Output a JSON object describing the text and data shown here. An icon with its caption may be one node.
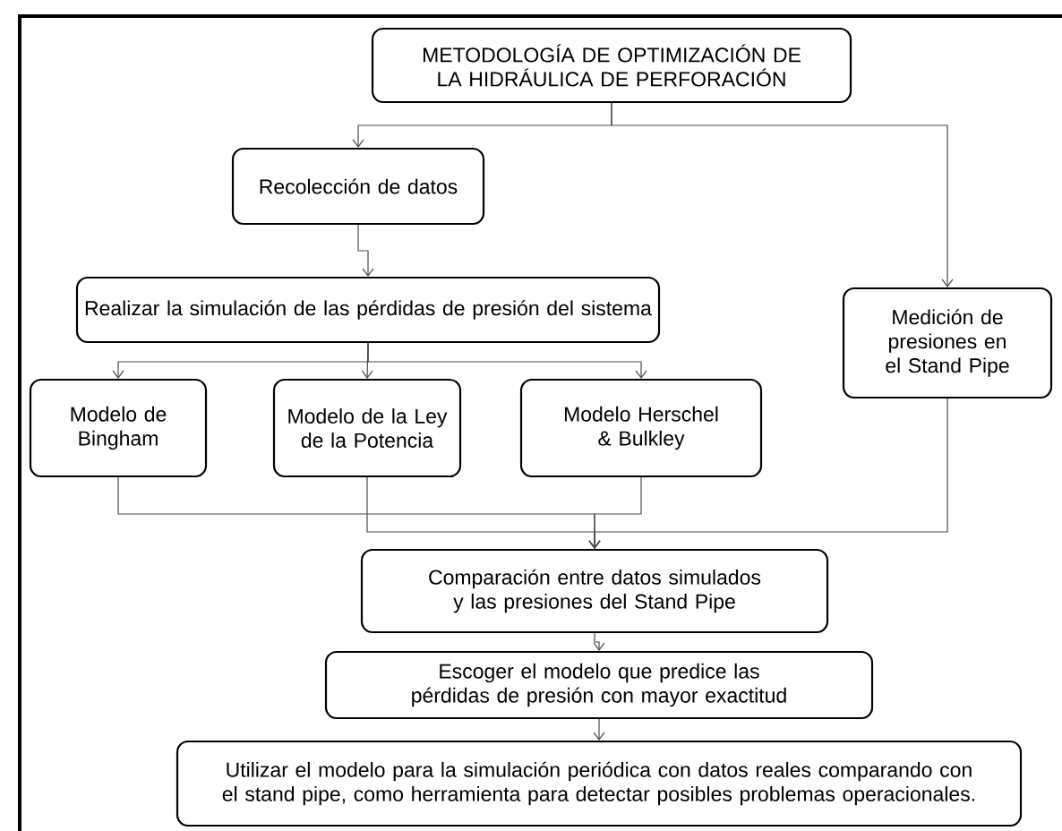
{
  "diagram": {
    "nodes": [
      {
        "text": [
          "METODOLOGÍA DE OPTIMIZACIÓN DE LA HIDRÁULICA DE PERFORACIÓN"
        ]
      },
      {
        "text": [
          "Recolección de datos"
        ]
      },
      {
        "text": [
          "Realizar la simulación de las pérdidas de presión del sistema"
        ]
      },
      {
        "text": [
          "Modelo de Bingham"
        ]
      },
      {
        "text": [
          "Modelo de la Ley de la Potencia"
        ]
      },
      {
        "text": [
          "Modelo Herschel & Bulkley"
        ]
      },
      {
        "text": [
          "Medición de presiones en el Stand Pipe"
        ]
      },
      {
        "text": [
          "Comparación entre datos simulados y las presiones del Stand Pipe"
        ]
      },
      {
        "text": [
          "Escoger el modelo que predice las pérdidas de presión con mayor exactitud"
        ]
      },
      {
        "text": [
          "Utilizar el modelo para la simulación periódica con datos reales comparando con el stand pipe, como herramienta para detectar posibles problemas operacionales."
        ]
      }
    ],
    "edges": [
      {
        "from": 0,
        "to": 1,
        "arrow": "to"
      },
      {
        "from": 0,
        "to": 6,
        "arrow": "to"
      },
      {
        "from": 1,
        "to": 2,
        "arrow": "to"
      },
      {
        "from": 2,
        "to": 3,
        "arrow": "to"
      },
      {
        "from": 2,
        "to": 4,
        "arrow": "to"
      },
      {
        "from": 2,
        "to": 5,
        "arrow": "to"
      },
      {
        "from": 3,
        "to": 7,
        "arrow": "to"
      },
      {
        "from": 4,
        "to": 7,
        "arrow": "to"
      },
      {
        "from": 5,
        "to": 7,
        "arrow": "to"
      },
      {
        "from": 6,
        "to": 7,
        "arrow": "to"
      },
      {
        "from": 7,
        "to": 8,
        "arrow": "to"
      },
      {
        "from": 8,
        "to": 9,
        "arrow": "to"
      }
    ]
  }
}
